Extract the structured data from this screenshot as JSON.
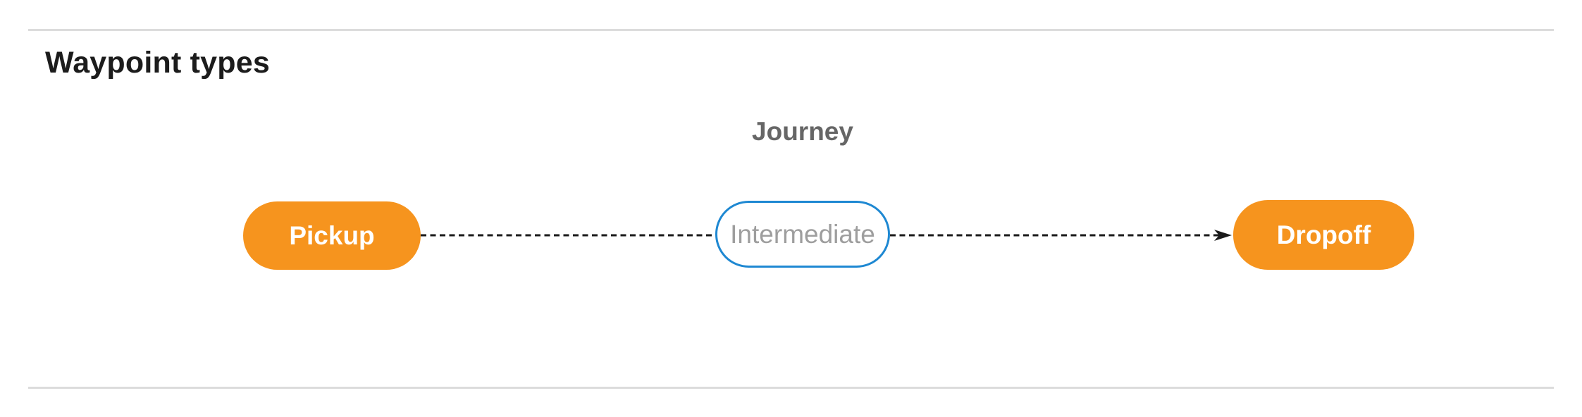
{
  "section": {
    "title": "Waypoint types"
  },
  "diagram": {
    "title": "Journey",
    "nodes": [
      {
        "id": "pickup",
        "label": "Pickup",
        "type": "endpoint"
      },
      {
        "id": "intermediate",
        "label": "Intermediate",
        "type": "intermediate"
      },
      {
        "id": "dropoff",
        "label": "Dropoff",
        "type": "endpoint"
      }
    ],
    "edges": [
      {
        "from": "pickup",
        "to": "intermediate",
        "style": "dashed",
        "arrow": false
      },
      {
        "from": "intermediate",
        "to": "dropoff",
        "style": "dashed",
        "arrow": true
      }
    ],
    "colors": {
      "endpoint_fill": "#F6941E",
      "endpoint_text": "#FFFFFF",
      "intermediate_border": "#1E88D2",
      "intermediate_text": "#9E9E9E",
      "edge": "#1A1A1A",
      "label_text": "#666666",
      "divider": "#DCDCDC"
    }
  }
}
